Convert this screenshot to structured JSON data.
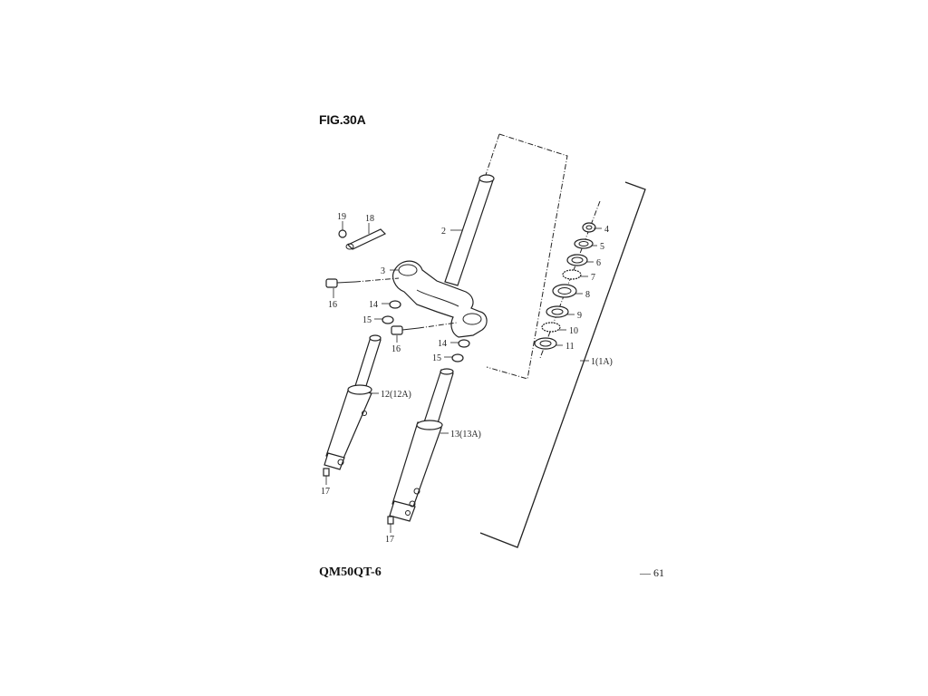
{
  "header": {
    "figure_title": "FIG.30A"
  },
  "footer": {
    "model_code": "QM50QT-6",
    "page_number": "— 61"
  },
  "callouts": {
    "p1": "1(1A)",
    "p2": "2",
    "p3": "3",
    "p4": "4",
    "p5": "5",
    "p6": "6",
    "p7": "7",
    "p8": "8",
    "p9": "9",
    "p10": "10",
    "p11": "11",
    "p12": "12(12A)",
    "p13": "13(13A)",
    "p14a": "14",
    "p14b": "14",
    "p15a": "15",
    "p15b": "15",
    "p16a": "16",
    "p16b": "16",
    "p17a": "17",
    "p17b": "17",
    "p18": "18",
    "p19": "19"
  }
}
